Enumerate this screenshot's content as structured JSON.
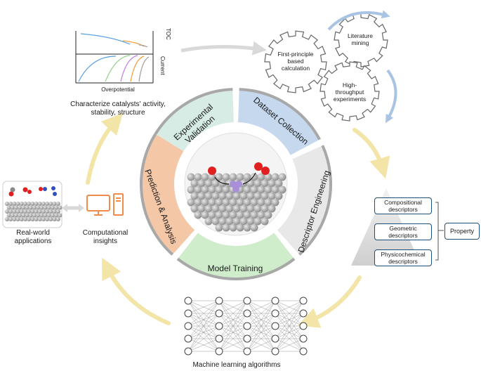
{
  "chart_panel": {
    "toc_label": "TOC",
    "current_label": "Current",
    "xlabel": "Overpotential",
    "caption": "Characterize catalysts' activity, stability, structure"
  },
  "gears": {
    "first_principle": "First-principle based calculation",
    "literature": "Literature mining",
    "high_throughput": "High-throughput experiments"
  },
  "descriptors": {
    "items": [
      "Compositional descriptors",
      "Geometric descriptors",
      "Physicochemical descriptors"
    ],
    "property": "Property"
  },
  "cycle": {
    "experimental_validation": "Experimental Validation",
    "dataset_collection": "Dataset Collection",
    "descriptor_engineering": "Descriptor Engineering",
    "model_training": "Model Training",
    "prediction_analysis": "Prediction & Analysis"
  },
  "left": {
    "real_world": "Real-world applications",
    "computational": "Computational insights"
  },
  "bottom": {
    "ml": "Machine learning algorithms"
  },
  "colors": {
    "experimental_validation": "#d8ece6",
    "dataset_collection": "#c5d8ee",
    "descriptor_engineering": "#e8e8e8",
    "model_training": "#cfeccb",
    "prediction_analysis": "#f4c7a7",
    "arrow": "#f3e4a8",
    "gear_arrow": "#a9c4e3",
    "computer": "#f08c4a"
  }
}
